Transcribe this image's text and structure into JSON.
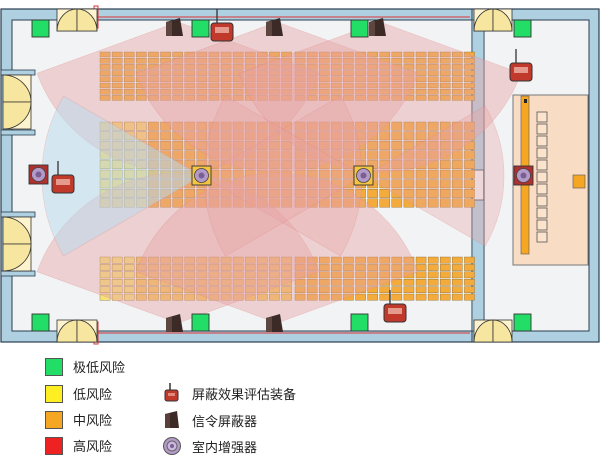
{
  "colors": {
    "very_low": "#22dd66",
    "low": "#ffee22",
    "medium": "#f5a623",
    "high": "#ee2222",
    "wall": "#aed0e0",
    "wall_stroke": "#2a3e50",
    "floor": "#f2f3f4",
    "stage": "#f9dcc4",
    "coverage_pink": "#e7a2a2",
    "coverage_blue": "#b6dced"
  },
  "legend": {
    "very_low": "极低风险",
    "low": "低风险",
    "medium": "中风险",
    "high": "高风险",
    "evaluator": "屏蔽效果评估装备",
    "jammer": "信令屏蔽器",
    "booster": "室内增强器"
  },
  "icons": {
    "evaluator": "evaluation-device-icon",
    "jammer": "signal-jammer-icon",
    "booster": "indoor-booster-icon",
    "door": "door-icon",
    "sensor": "green-sensor-icon"
  }
}
